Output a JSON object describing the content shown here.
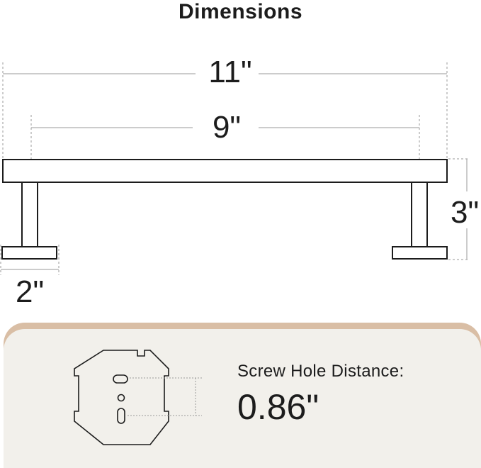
{
  "title": "Dimensions",
  "dimensions": {
    "overall_width": "11\"",
    "inner_width": "9\"",
    "height": "3\"",
    "foot_width": "2\""
  },
  "screw_hole": {
    "label": "Screw Hole Distance:",
    "value": "0.86\""
  },
  "colors": {
    "line": "#1c1c1c",
    "dim_line": "#9a9a9a",
    "card_bg": "#f2f0eb",
    "card_accent": "#d9bea5"
  }
}
